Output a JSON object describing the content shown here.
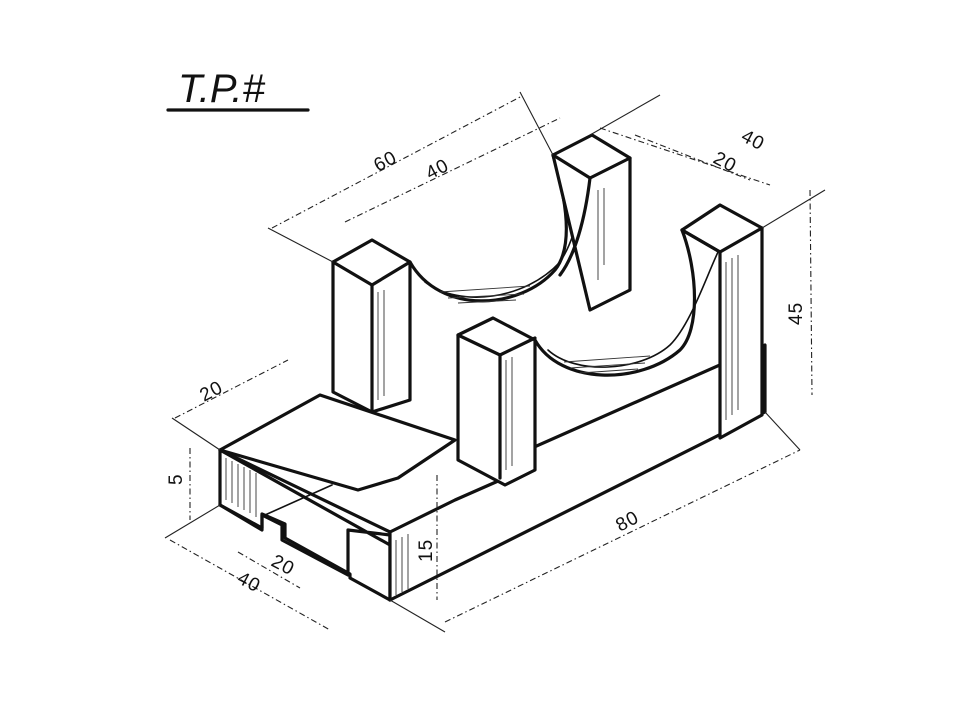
{
  "title": "T.P.#",
  "dimensions": {
    "top_length": "60",
    "cradle_width": "40",
    "depth_total": "40",
    "depth_upright": "20",
    "height_total": "45",
    "base_step": "20",
    "slot_height": "5",
    "slot_width": "20",
    "base_depth": "40",
    "base_height": "15",
    "length": "80"
  }
}
